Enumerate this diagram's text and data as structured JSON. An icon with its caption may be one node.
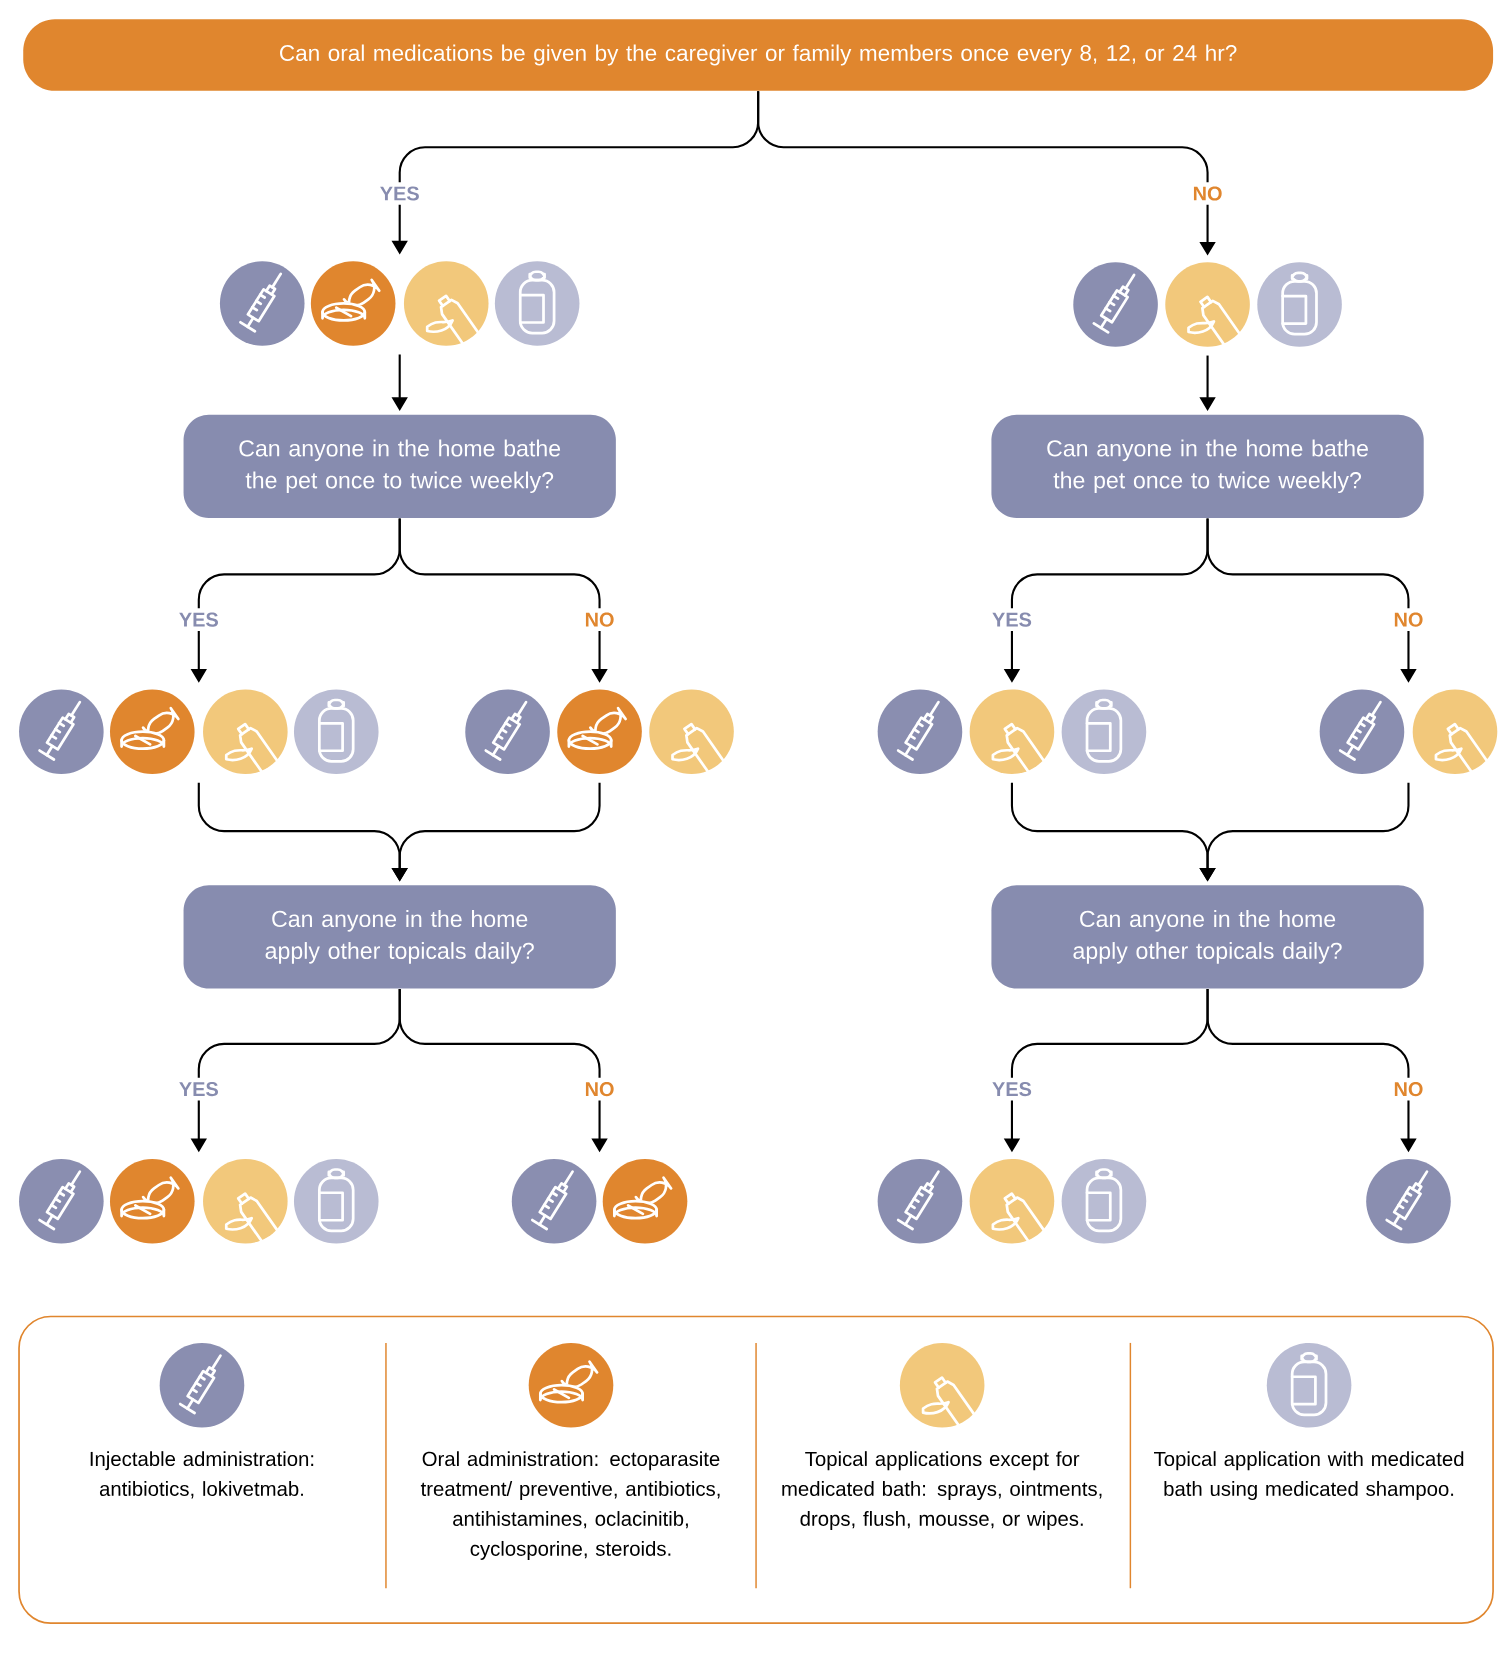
{
  "diagram": {
    "nodes": [
      {
        "text": [
          "Can oral medications be given by the caregiver or family members once every 8, 12, or 24 hr?"
        ]
      },
      {
        "text": [],
        "shape": "circles"
      },
      {
        "text": [],
        "shape": "circles"
      },
      {
        "text": [
          "Can anyone in the home bathe the pet once to twice weekly?"
        ]
      },
      {
        "text": [
          "Can anyone in the home bathe the pet once to twice weekly?"
        ]
      },
      {
        "text": [],
        "shape": "circles"
      },
      {
        "text": [],
        "shape": "circles"
      },
      {
        "text": [],
        "shape": "circles"
      },
      {
        "text": [],
        "shape": "circles"
      },
      {
        "text": [
          "Can anyone in the home apply other topicals daily?"
        ]
      },
      {
        "text": [
          "Can anyone in the home apply other topicals daily?"
        ]
      },
      {
        "text": [],
        "shape": "circles"
      },
      {
        "text": [],
        "shape": "circles"
      },
      {
        "text": [],
        "shape": "circles"
      },
      {
        "text": [],
        "shape": "circles"
      }
    ],
    "edges": [
      {
        "from": 0,
        "to": 1,
        "arrow": "to",
        "label": "YES"
      },
      {
        "from": 0,
        "to": 2,
        "arrow": "to",
        "label": "NO"
      },
      {
        "from": 1,
        "to": 3,
        "arrow": "to"
      },
      {
        "from": 2,
        "to": 4,
        "arrow": "to"
      },
      {
        "from": 3,
        "to": 5,
        "arrow": "to",
        "label": "YES"
      },
      {
        "from": 3,
        "to": 6,
        "arrow": "to",
        "label": "NO"
      },
      {
        "from": 4,
        "to": 7,
        "arrow": "to",
        "label": "YES"
      },
      {
        "from": 4,
        "to": 8,
        "arrow": "to",
        "label": "NO"
      },
      {
        "from": 5,
        "to": 9,
        "arrow": "to"
      },
      {
        "from": 6,
        "to": 9,
        "arrow": "to"
      },
      {
        "from": 7,
        "to": 10,
        "arrow": "to"
      },
      {
        "from": 8,
        "to": 10,
        "arrow": "to"
      },
      {
        "from": 9,
        "to": 11,
        "arrow": "to",
        "label": "YES"
      },
      {
        "from": 9,
        "to": 12,
        "arrow": "to",
        "label": "NO"
      },
      {
        "from": 10,
        "to": 13,
        "arrow": "to",
        "label": "YES"
      },
      {
        "from": 10,
        "to": 14,
        "arrow": "to",
        "label": "NO"
      }
    ],
    "legend": [
      {
        "text": "Injectable administration: antibiotics, lokivetmab.",
        "color": "#8a8eb0"
      },
      {
        "text": "Oral administration: ectoparasite treatment/ preventive, antibiotics, antihistamines, oclacinitib, cyclosporine, steroids.",
        "color": "#e0862e"
      },
      {
        "text": "Topical applications except for medicated bath: sprays, ointments, drops, flush, mousse, or wipes.",
        "color": "#f2c87b"
      },
      {
        "text": "Topical application with medicated bath using medicated shampoo.",
        "color": "#b9bcd3"
      }
    ]
  }
}
